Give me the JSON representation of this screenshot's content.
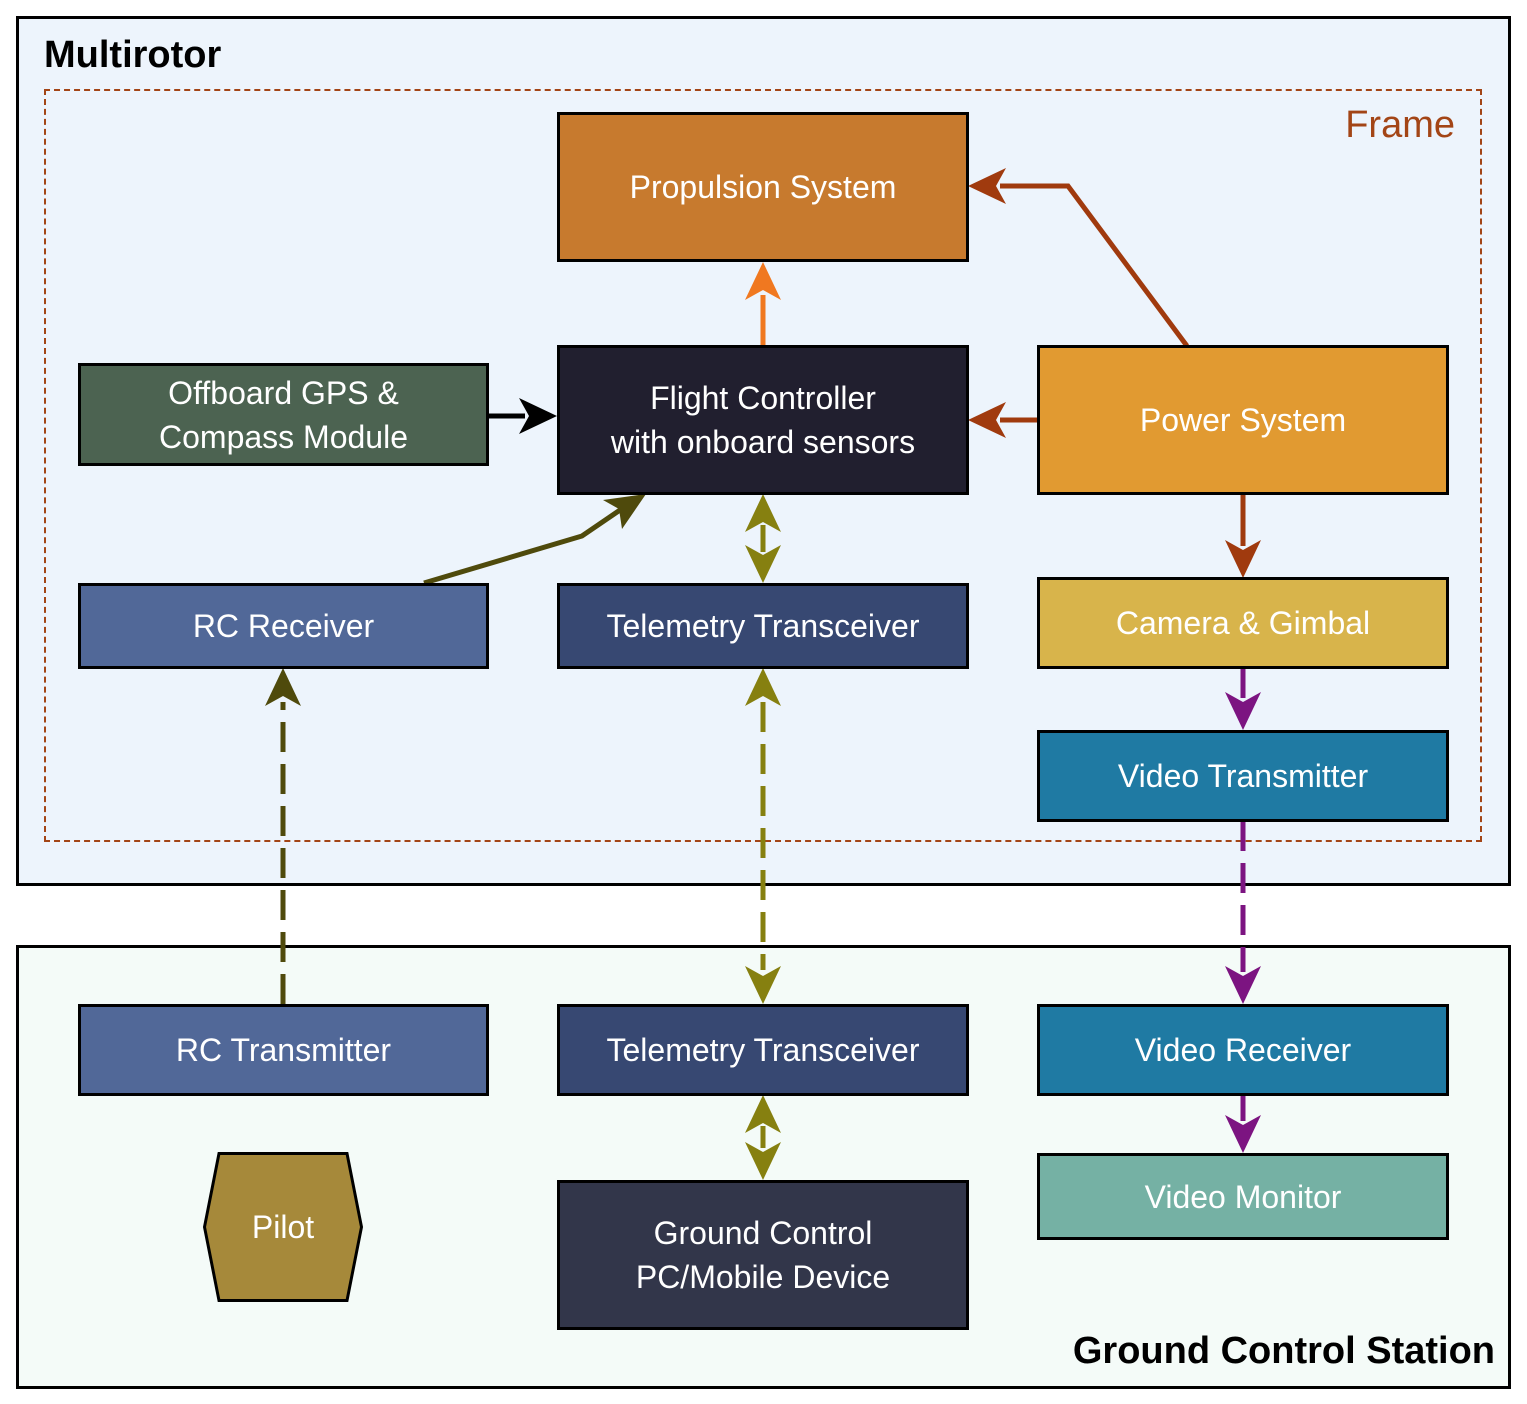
{
  "regions": {
    "multirotor": "Multirotor",
    "ground_station": "Ground Control Station",
    "frame": "Frame"
  },
  "nodes": {
    "propulsion": "Propulsion System",
    "flight_controller": "Flight Controller\nwith onboard sensors",
    "gps": "Offboard GPS &\nCompass Module",
    "power": "Power System",
    "rc_receiver": "RC Receiver",
    "telemetry_air": "Telemetry Transceiver",
    "camera": "Camera & Gimbal",
    "video_tx": "Video Transmitter",
    "rc_transmitter": "RC Transmitter",
    "telemetry_ground": "Telemetry Transceiver",
    "video_rx": "Video Receiver",
    "pilot": "Pilot",
    "ground_control": "Ground Control\nPC/Mobile Device",
    "video_monitor": "Video Monitor"
  },
  "colors": {
    "propulsion": "#c77a2e",
    "flight_controller": "#211f2f",
    "gps": "#4c6351",
    "power": "#e19a31",
    "rc": "#516898",
    "telemetry": "#374872",
    "camera": "#d8b44b",
    "video": "#1f7aa3",
    "pilot": "#a6893a",
    "ground_control": "#32364a",
    "video_monitor": "#75b1a4",
    "frame": "#a34516",
    "arrow_power": "#a03a0e",
    "arrow_propulsion": "#f07820",
    "arrow_rc": "#4f4a0c",
    "arrow_telemetry": "#868010",
    "arrow_video": "#7c1481",
    "arrow_gps": "#000000"
  },
  "links": [
    {
      "from": "power",
      "to": "propulsion",
      "style": "solid"
    },
    {
      "from": "power",
      "to": "flight_controller",
      "style": "solid"
    },
    {
      "from": "power",
      "to": "camera",
      "style": "solid"
    },
    {
      "from": "flight_controller",
      "to": "propulsion",
      "style": "solid"
    },
    {
      "from": "gps",
      "to": "flight_controller",
      "style": "solid"
    },
    {
      "from": "rc_receiver",
      "to": "flight_controller",
      "style": "solid"
    },
    {
      "from": "flight_controller",
      "to": "telemetry_air",
      "style": "solid",
      "bidirectional": true
    },
    {
      "from": "camera",
      "to": "video_tx",
      "style": "solid"
    },
    {
      "from": "rc_transmitter",
      "to": "rc_receiver",
      "style": "dashed"
    },
    {
      "from": "telemetry_air",
      "to": "telemetry_ground",
      "style": "dashed",
      "bidirectional": true
    },
    {
      "from": "video_tx",
      "to": "video_rx",
      "style": "dashed"
    },
    {
      "from": "telemetry_ground",
      "to": "ground_control",
      "style": "solid",
      "bidirectional": true
    },
    {
      "from": "video_rx",
      "to": "video_monitor",
      "style": "solid"
    }
  ]
}
